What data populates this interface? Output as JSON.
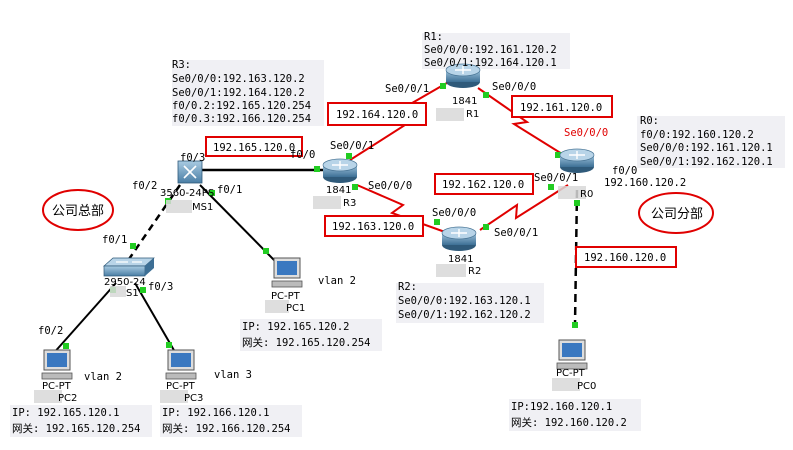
{
  "devices": {
    "r1": {
      "model": "1841",
      "name": "R1",
      "label": "R1:",
      "iface1": "Se0/0/0:192.161.120.2",
      "iface2": "Se0/0/1:192.164.120.1",
      "port_a": "Se0/0/1",
      "port_b": "Se0/0/0"
    },
    "r3": {
      "model": "1841",
      "name": "R3",
      "label": "R3:",
      "iface1": "Se0/0/0:192.163.120.2",
      "iface2": "Se0/0/1:192.164.120.2",
      "iface3": "f0/0.2:192.165.120.254",
      "iface4": "f0/0.3:192.166.120.254",
      "port_a": "Se0/0/1",
      "port_b": "Se0/0/0",
      "port_c": "f0/0"
    },
    "r2": {
      "model": "1841",
      "name": "R2",
      "label": "R2:",
      "iface1": "Se0/0/0:192.163.120.1",
      "iface2": "Se0/0/1:192.162.120.2",
      "port_a": "Se0/0/0",
      "port_b": "Se0/0/1"
    },
    "r0": {
      "name": "R0",
      "label": "R0:",
      "iface1": "f0/0:192.160.120.2",
      "iface2": "Se0/0/0:192.161.120.1",
      "iface3": "Se0/0/1:192.162.120.1",
      "port_a": "Se0/0/0",
      "port_b": "Se0/0/1",
      "port_c": "f0/0",
      "port_c_ip": "192.160.120.2"
    },
    "ms1": {
      "model": "3560-24PS",
      "name": "MS1",
      "port_a": "f0/3",
      "port_b": "f0/2",
      "port_c": "f0/1"
    },
    "s1": {
      "model": "2950-24",
      "name": "S1",
      "port_a": "f0/1",
      "port_b": "f0/3",
      "port_c": "f0/2"
    },
    "pc0": {
      "model": "PC-PT",
      "name": "PC0",
      "ip": "IP:192.160.120.1",
      "gw": "网关: 192.160.120.2"
    },
    "pc1": {
      "model": "PC-PT",
      "name": "PC1",
      "vlan": "vlan 2",
      "ip": "IP: 192.165.120.2",
      "gw": "网关: 192.165.120.254"
    },
    "pc2": {
      "model": "PC-PT",
      "name": "PC2",
      "vlan": "vlan 2",
      "ip": "IP: 192.165.120.1",
      "gw": "网关: 192.165.120.254"
    },
    "pc3": {
      "model": "PC-PT",
      "name": "PC3",
      "vlan": "vlan 3",
      "ip": "IP: 192.166.120.1",
      "gw": "网关: 192.166.120.254"
    }
  },
  "networks": {
    "n_r1r3": "192.164.120.0",
    "n_r1r0": "192.161.120.0",
    "n_ms1r3": "192.165.120.0",
    "n_r2r0": "192.162.120.0",
    "n_r3r2": "192.163.120.0",
    "n_r0pc0": "192.160.120.0"
  },
  "sites": {
    "hq": "公司总部",
    "branch": "公司分部"
  },
  "colors": {
    "link": "#000000",
    "serial": "#e00000",
    "port_dot": "#22cc22",
    "box": "#e00000"
  }
}
